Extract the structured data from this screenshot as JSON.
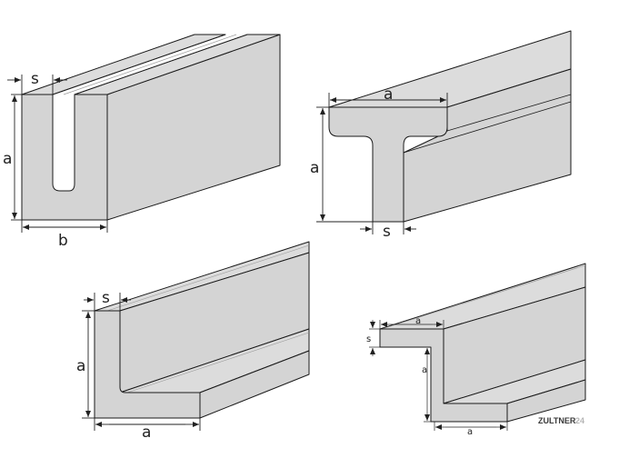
{
  "colors": {
    "face": "#d4d4d4",
    "face_light": "#dcdcdc",
    "edge": "#1a1a1a",
    "dim": "#222222",
    "logo_main": "#3a3a3a",
    "logo_accent": "#b5b5b5"
  },
  "profiles": {
    "u_channel": {
      "dim_s": "s",
      "dim_a": "a",
      "dim_b": "b"
    },
    "t_profile": {
      "dim_a_top": "a",
      "dim_a_side": "a",
      "dim_s": "s"
    },
    "l_angle": {
      "dim_s": "s",
      "dim_a_side": "a",
      "dim_a_bottom": "a"
    },
    "z_profile": {
      "dim_a_top": "a",
      "dim_s": "s",
      "dim_a_side": "a",
      "dim_a_bottom": "a"
    }
  },
  "logo": {
    "main": "ZULTNER",
    "accent": "24"
  }
}
